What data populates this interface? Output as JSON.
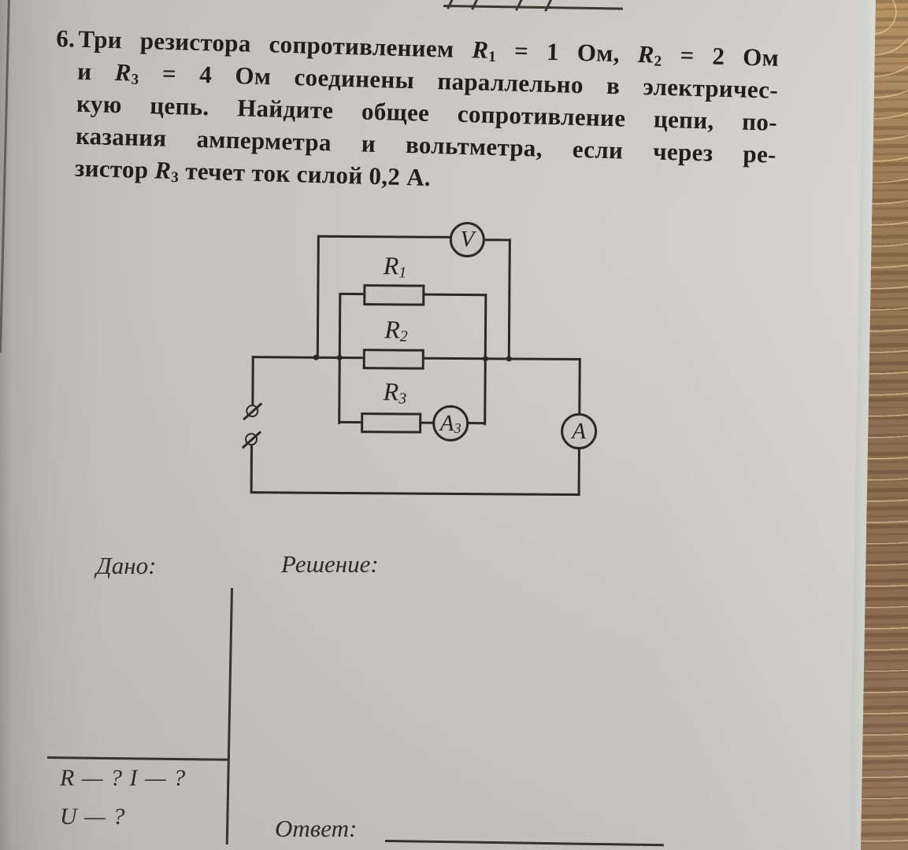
{
  "photo": {
    "paper_color": "#c7c5c0",
    "ink_color": "#2b2924",
    "wood_color": "#97785b"
  },
  "page": {
    "problem_number": "6.",
    "problem_lines": [
      "Три резистора сопротивлением *R*_1 = 1 Ом, *R*_2 = 2 Ом",
      "и *R*_3 = 4 Ом соединены параллельно в электричес-",
      "кую цепь. Найдите общее сопротивление цепи, по-",
      "казания амперметра и вольтметра, если через ре-",
      "зистор *R*_3 течет ток силой 0,2 А."
    ]
  },
  "circuit": {
    "resistor1_label": "*R*_1",
    "resistor2_label": "*R*_2",
    "resistor3_label": "*R*_3",
    "voltmeter_label": "*V*",
    "ammeter3_label": "*A*_3",
    "ammeter_label": "*A*"
  },
  "worksheet": {
    "given_heading": "Дано:",
    "solution_heading": "Решение:",
    "find_line1": "*R* — ? *I* — ?",
    "find_line2": "*U* — ?",
    "answer_heading": "Ответ:"
  }
}
